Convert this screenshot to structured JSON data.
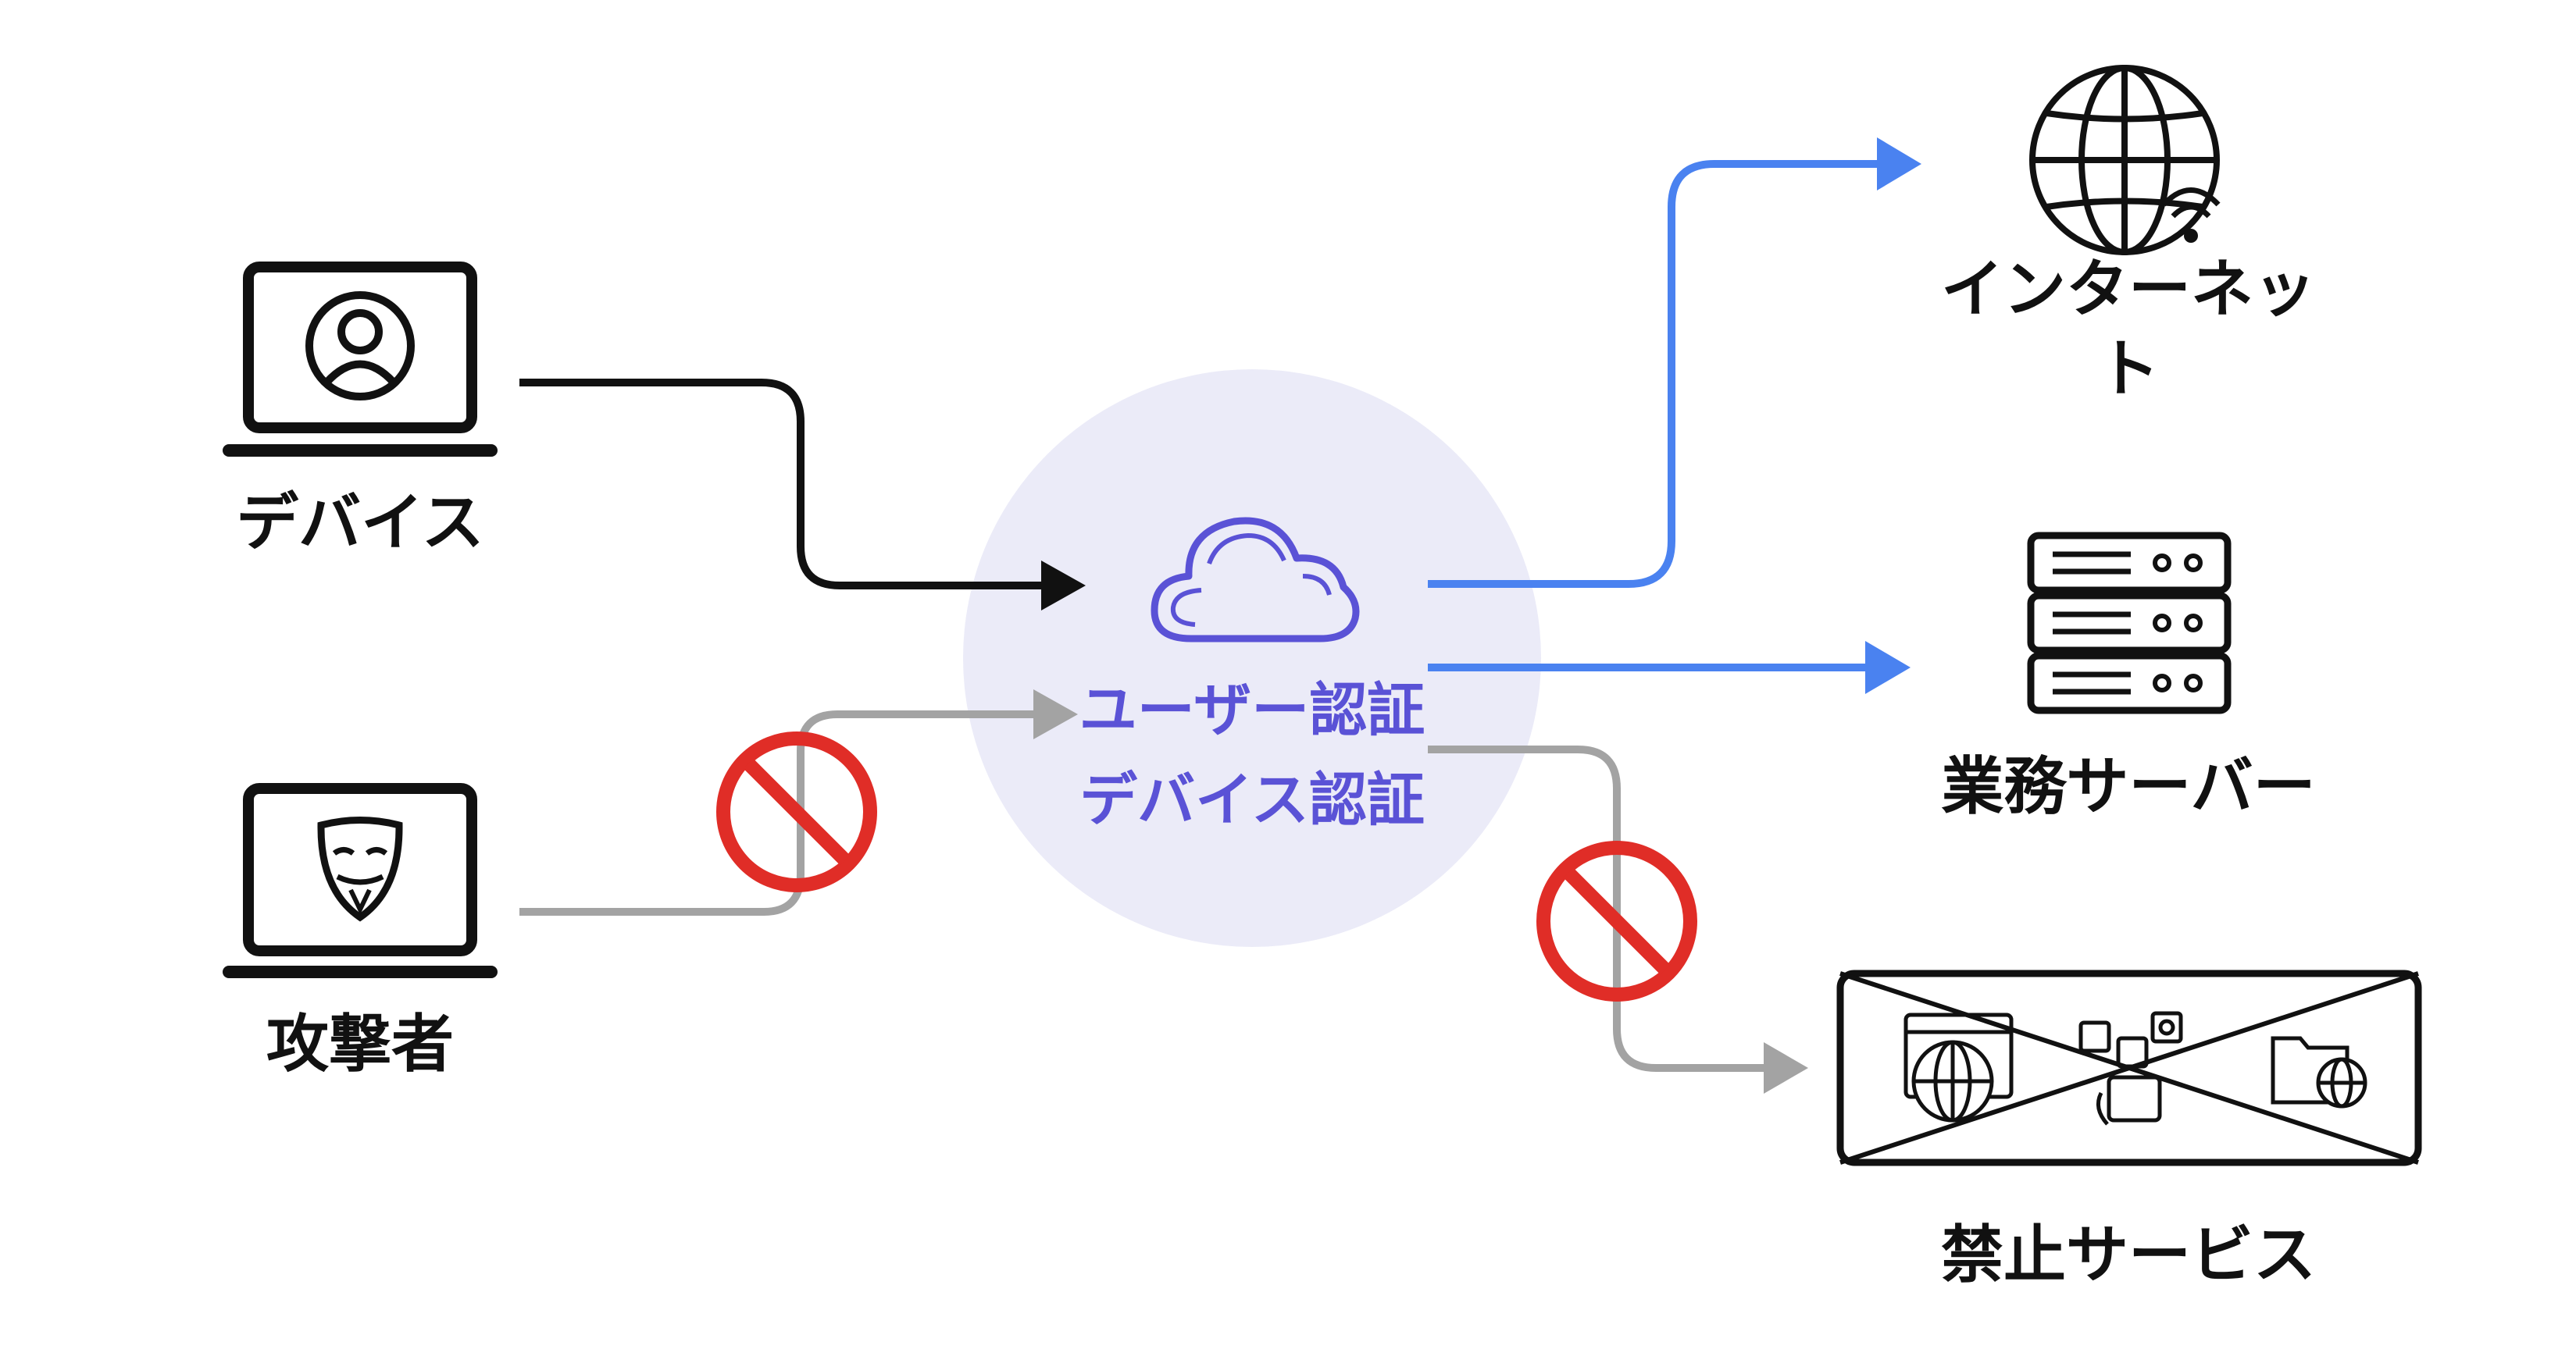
{
  "nodes": {
    "device": {
      "label": "デバイス",
      "icon": "user-laptop-icon"
    },
    "attacker": {
      "label": "攻撃者",
      "icon": "hacker-mask-laptop-icon"
    },
    "hub": {
      "line1": "ユーザー認証",
      "line2": "デバイス認証",
      "icon": "cloud-icon"
    },
    "internet": {
      "line1": "インターネッ",
      "line2": "ト",
      "icon": "globe-wifi-icon"
    },
    "server": {
      "label": "業務サーバー",
      "icon": "server-rack-icon"
    },
    "forbidden": {
      "label": "禁止サービス",
      "icon": "forbidden-services-icon"
    }
  },
  "colors": {
    "allowed": "#4a82f0",
    "device_flow": "#111111",
    "blocked": "#a3a3a3",
    "block_sign": "#e02d27",
    "hub_fill": "#ebebf8",
    "hub_accent": "#5a52d6"
  }
}
